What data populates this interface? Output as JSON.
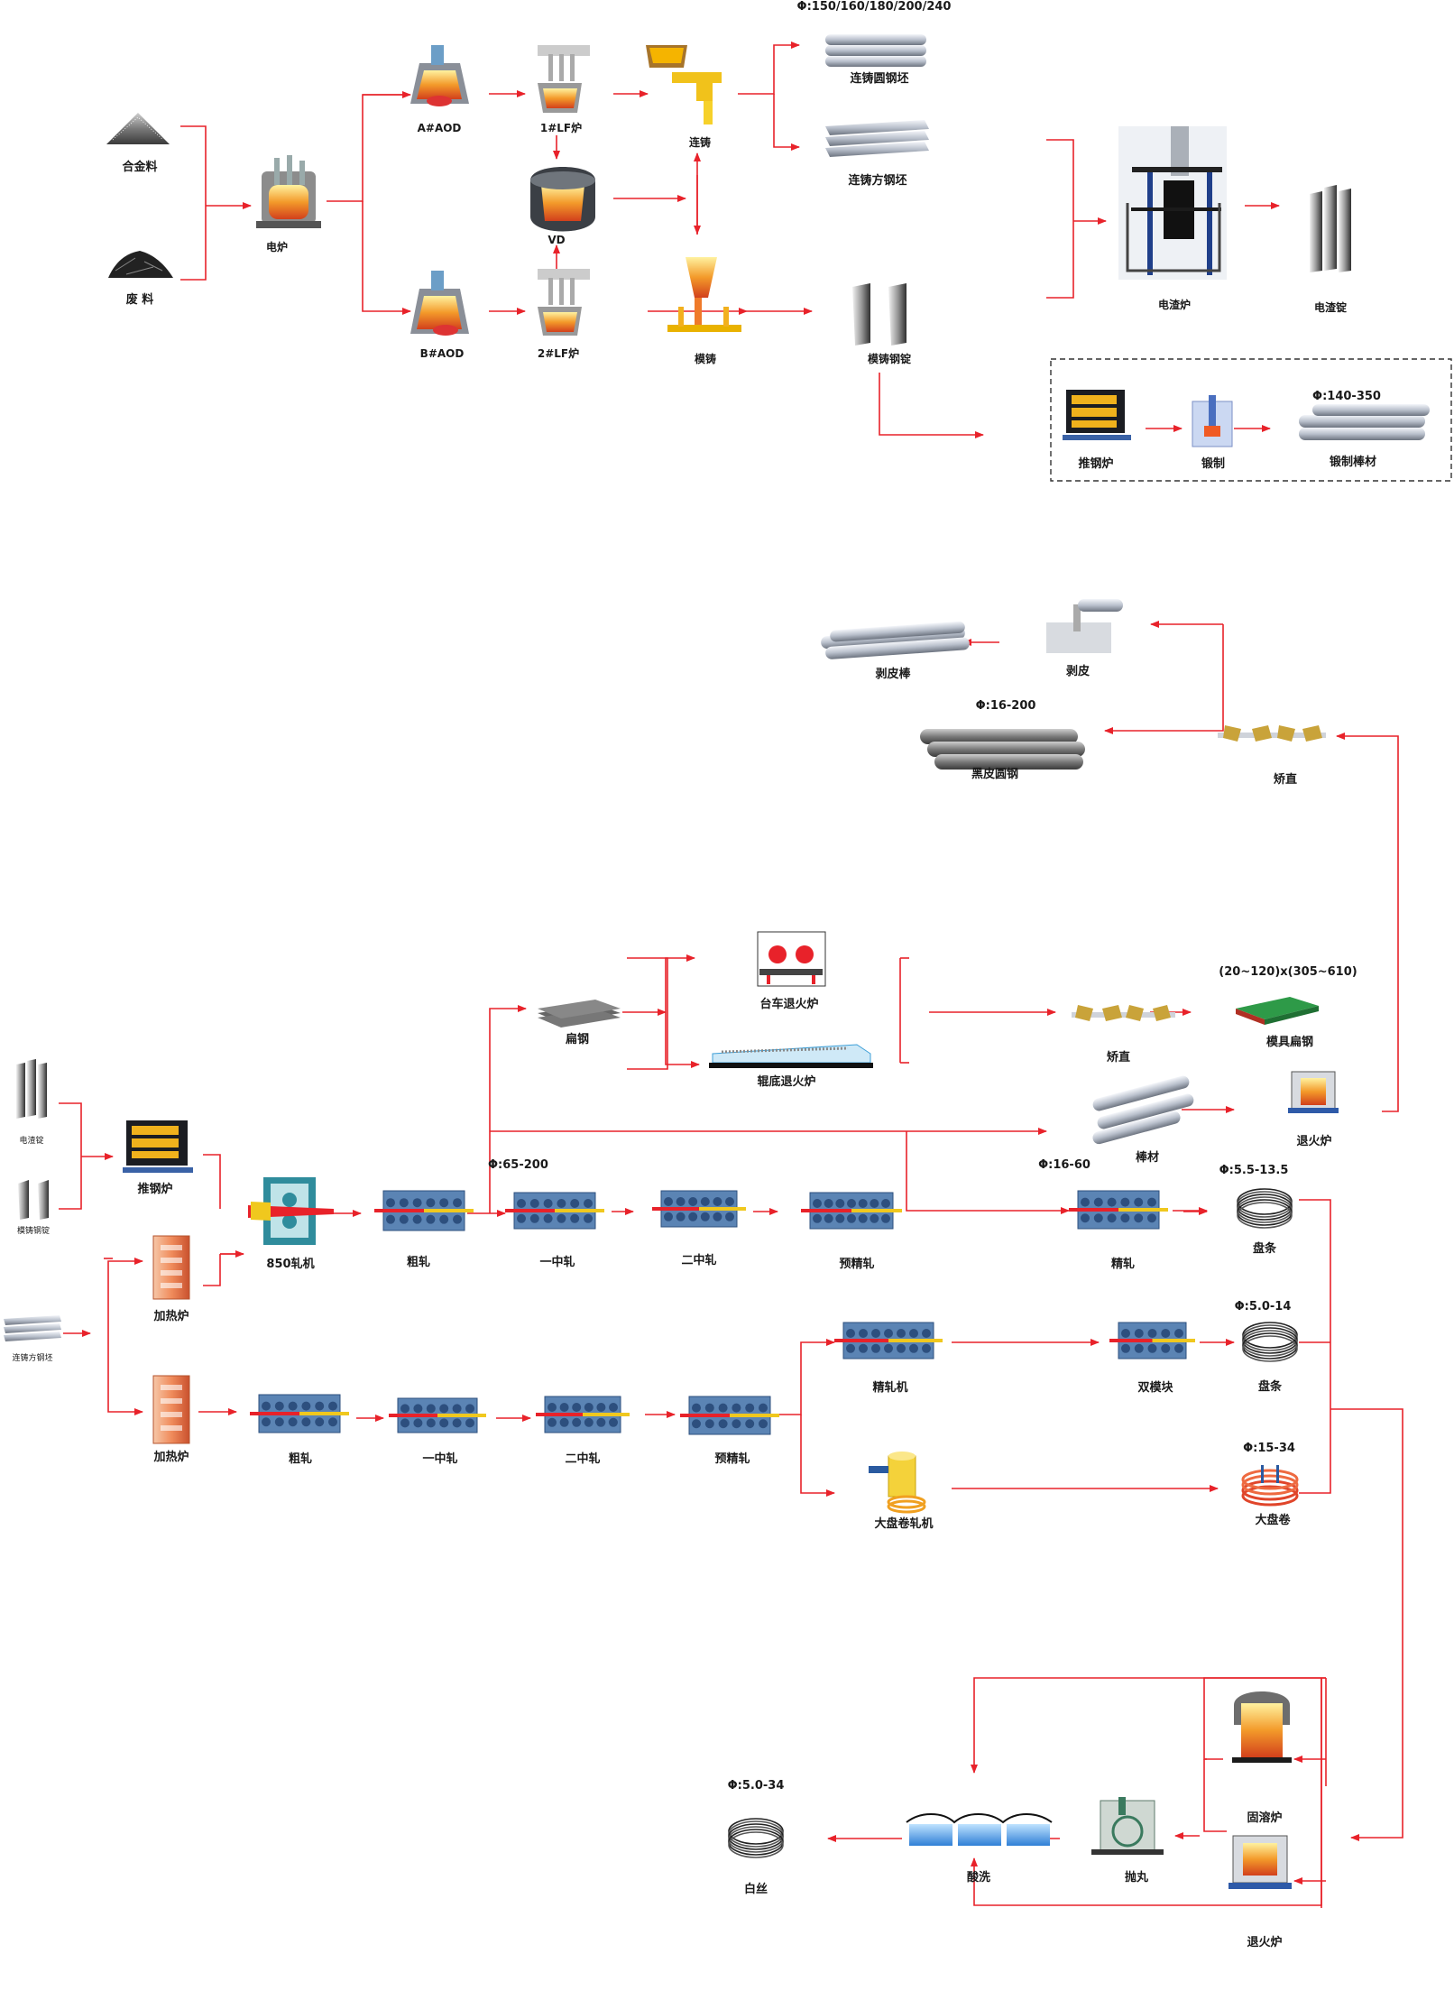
{
  "labels": {
    "alloy": "合金料",
    "scrap": "废 料",
    "eaf": "电炉",
    "aod_a": "A#AOD",
    "aod_b": "B#AOD",
    "lf1": "1#LF炉",
    "lf2": "2#LF炉",
    "vd": "VD",
    "cc": "连铸",
    "ic": "模铸",
    "cc_round_spec": "Φ:150/160/180/200/240",
    "cc_round": "连铸圆钢坯",
    "cc_square": "连铸方钢坯",
    "ingot": "模铸钢锭",
    "esr": "电渣炉",
    "esr_ingot": "电渣锭",
    "push_furnace_1": "推钢炉",
    "forging": "锻制",
    "forged_spec": "Φ:140-350",
    "forged_bar": "锻制棒材",
    "peeled_bar": "剥皮棒",
    "peeling": "剥皮",
    "black_spec": "Φ:16-200",
    "black_bar": "黑皮圆钢",
    "straighten_1": "矫直",
    "bogie_furnace": "台车退火炉",
    "roller_furnace": "辊底退火炉",
    "flat_steel": "扁钢",
    "straighten_2": "矫直",
    "die_flat_spec": "(20~120)x(305~610)",
    "die_flat": "模具扁钢",
    "bar": "棒材",
    "anneal_1": "退火炉",
    "esr_ingot_small": "电渣锭",
    "ingot_small": "模铸钢锭",
    "push_furnace_2": "推钢炉",
    "reheat_1": "加热炉",
    "cc_square_small": "连铸方钢坯",
    "mill850": "850轧机",
    "rough_1": "粗轧",
    "spec_65": "Φ:65-200",
    "inter1_1": "一中轧",
    "inter2_1": "二中轧",
    "prefinish_1": "预精轧",
    "spec_16_60": "Φ:16-60",
    "finish": "精轧",
    "coil1_spec": "Φ:5.5-13.5",
    "coil1": "盘条",
    "reheat_2": "加热炉",
    "rough_2": "粗轧",
    "inter1_2": "一中轧",
    "inter2_2": "二中轧",
    "prefinish_2": "预精轧",
    "finish_mill": "精轧机",
    "double_block": "双模块",
    "coil2_spec": "Φ:5.0-14",
    "coil2": "盘条",
    "big_coil_mill": "大盘卷轧机",
    "big_coil_spec": "Φ:15-34",
    "big_coil": "大盘卷",
    "solution_furnace": "固溶炉",
    "anneal_2": "退火炉",
    "shot_blast": "抛丸",
    "pickling": "酸洗",
    "white_spec": "Φ:5.0-34",
    "white_wire": "白丝"
  },
  "colors": {
    "arrow": "#e8222a",
    "roll_housing": "#5b84b4",
    "roll": "#2d4f7e",
    "furnace_orange": "#ef7a2a",
    "coil_red": "#e0452a",
    "green_plate": "#2e9a48"
  }
}
